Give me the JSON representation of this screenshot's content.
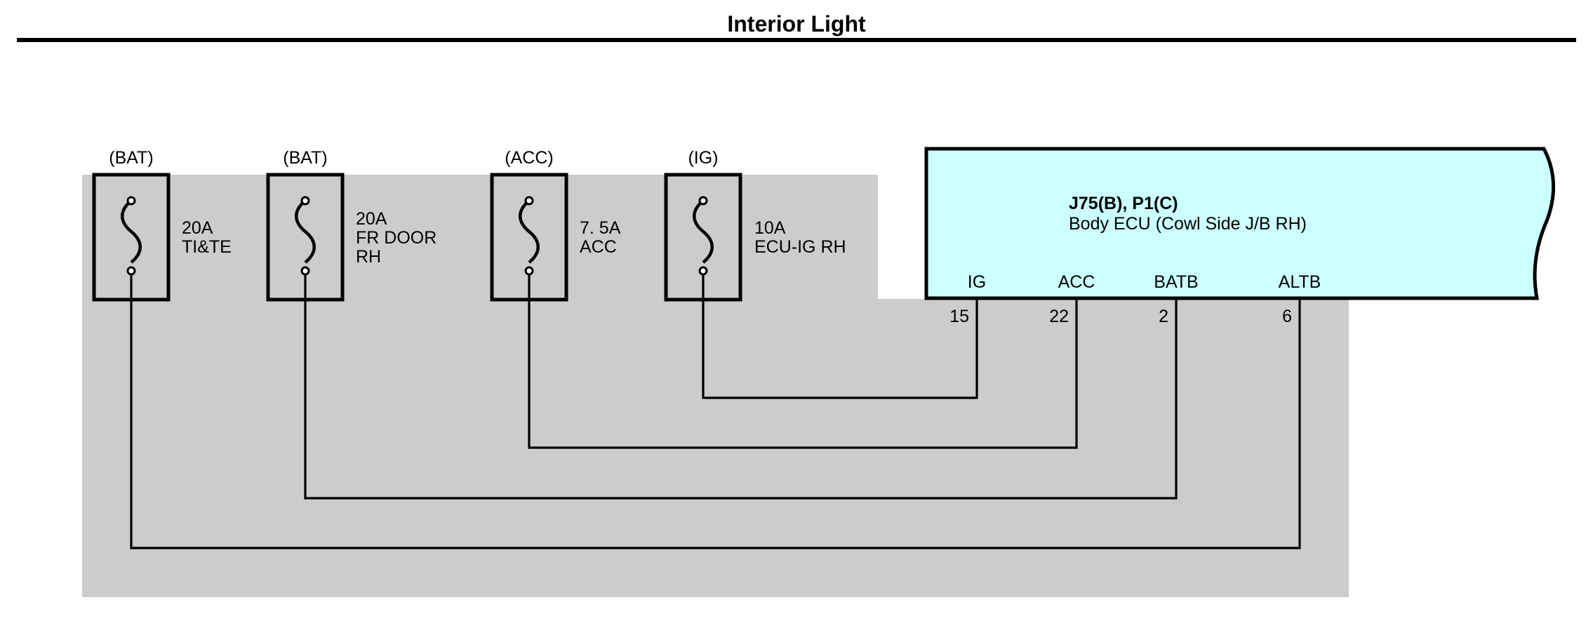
{
  "title": "Interior Light",
  "colors": {
    "shade": "#cccccc",
    "ecu_fill": "#ccffff",
    "line": "#000000"
  },
  "fuses": [
    {
      "source": "(BAT)",
      "rating": "20A",
      "name_lines": [
        "TI&TE"
      ]
    },
    {
      "source": "(BAT)",
      "rating": "20A",
      "name_lines": [
        "FR DOOR",
        "RH"
      ]
    },
    {
      "source": "(ACC)",
      "rating": "7. 5A",
      "name_lines": [
        "ACC"
      ]
    },
    {
      "source": "(IG)",
      "rating": "10A",
      "name_lines": [
        "ECU-IG RH"
      ]
    }
  ],
  "ecu": {
    "connector": "J75(B), P1(C)",
    "name": "Body ECU (Cowl Side J/B RH)",
    "terminals": [
      {
        "label": "IG",
        "pin": "15"
      },
      {
        "label": "ACC",
        "pin": "22"
      },
      {
        "label": "BATB",
        "pin": "2"
      },
      {
        "label": "ALTB",
        "pin": "6"
      }
    ]
  },
  "connections": [
    {
      "fuse": "TI&TE",
      "terminal": "ALTB"
    },
    {
      "fuse": "FR DOOR RH",
      "terminal": "BATB"
    },
    {
      "fuse": "ACC",
      "terminal": "ACC"
    },
    {
      "fuse": "ECU-IG RH",
      "terminal": "IG"
    }
  ]
}
